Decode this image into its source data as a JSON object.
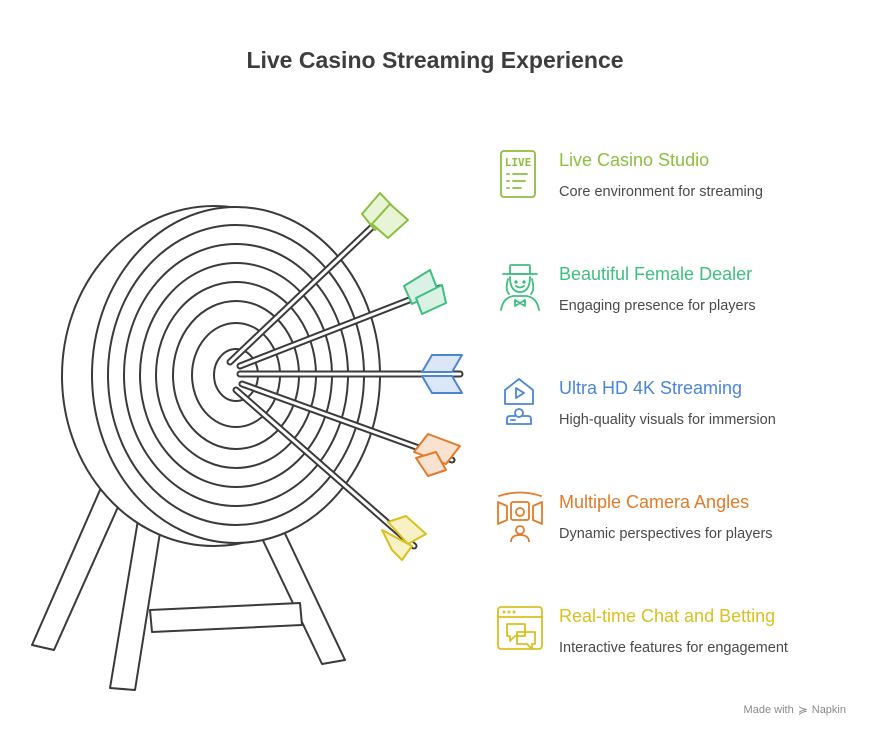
{
  "title": "Live Casino Streaming Experience",
  "items": [
    {
      "heading": "Live Casino Studio",
      "description": "Core environment for streaming",
      "color": "#8cbf3f",
      "icon": "live-sign-icon"
    },
    {
      "heading": "Beautiful Female Dealer",
      "description": "Engaging presence for players",
      "color": "#3fbf7f",
      "icon": "dealer-icon"
    },
    {
      "heading": "Ultra HD 4K Streaming",
      "description": "High-quality visuals for immersion",
      "color": "#4a86d6",
      "icon": "streaming-camera-icon"
    },
    {
      "heading": "Multiple Camera Angles",
      "description": "Dynamic perspectives for players",
      "color": "#e07b2a",
      "icon": "camera-angles-icon"
    },
    {
      "heading": "Real-time Chat and Betting",
      "description": "Interactive features for engagement",
      "color": "#d9c020",
      "icon": "chat-window-icon"
    }
  ],
  "icon_text": {
    "live": "LIVE"
  },
  "credit": {
    "prefix": "Made with",
    "brand": "Napkin"
  }
}
